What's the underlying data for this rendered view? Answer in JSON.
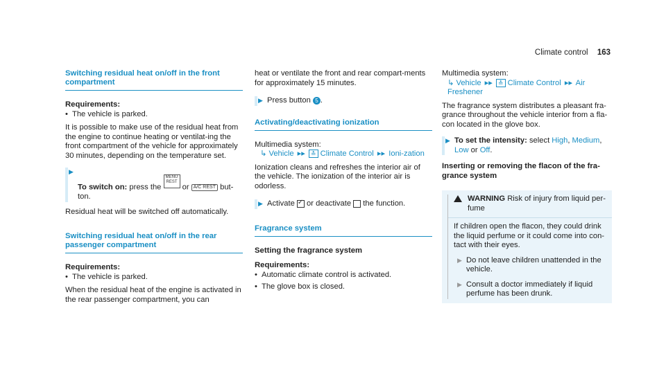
{
  "header": {
    "section": "Climate control",
    "page": "163"
  },
  "col1": {
    "h1": "Switching residual heat on/off in the front compartment",
    "req_title": "Requirements:",
    "req1": "The vehicle is parked.",
    "body1": "It is possible to make use of the residual heat from the engine to continue heating or ventilat-ing the front compartment of the vehicle for approximately 30 minutes, depending on the temperature set.",
    "step_label": "To switch on:",
    "step_text1": "press the",
    "step_or": "or",
    "step_text2": "but-ton.",
    "btn_menu": "MENU REST",
    "btn_ac": "A/C REST",
    "result": "Residual heat will be switched off automatically.",
    "h2": "Switching residual heat on/off in the rear passenger compartment",
    "req2_title": "Requirements:",
    "req2_1": "The vehicle is parked.",
    "body2": "When the residual heat of the engine is activated in the rear passenger compartment, you can"
  },
  "col2": {
    "cont": "heat or ventilate the front and rear compart-ments for approximately 15 minutes.",
    "press": "Press button",
    "button_num": "5",
    "h_ion": "Activating/deactivating ionization",
    "ms": "Multimedia system:",
    "nav_vehicle": "Vehicle",
    "nav_climate": "Climate Control",
    "nav_ion": "Ioni-zation",
    "ion_body": "Ionization cleans and refreshes the interior air of the vehicle. The ionization of the interior air is odorless.",
    "activate": "Activate",
    "deactivate_mid": "or deactivate",
    "fn": "the function.",
    "h_frag": "Fragrance system",
    "setting": "Setting the fragrance system",
    "req_title": "Requirements:",
    "req1": "Automatic climate control is activated.",
    "req2": "The glove box is closed."
  },
  "col3": {
    "ms": "Multimedia system:",
    "nav_vehicle": "Vehicle",
    "nav_climate": "Climate Control",
    "nav_air": "Air Freshener",
    "frag_body": "The fragrance system distributes a pleasant fra-grance throughout the vehicle interior from a fla-con located in the glove box.",
    "set_label": "To set the intensity:",
    "set_text": "select",
    "opt_high": "High",
    "opt_medium": "Medium",
    "opt_low": "Low",
    "opt_or": "or",
    "opt_off": "Off",
    "insert_head": "Inserting or removing the flacon of the fra-grance system",
    "warn_title": "WARNING",
    "warn_text": "Risk of injury from liquid per-fume",
    "warn_body": "If children open the flacon, they could drink the liquid perfume or it could come into con-tact with their eyes.",
    "warn_step1": "Do not leave children unattended in the vehicle.",
    "warn_step2": "Consult a doctor immediately if liquid perfume has been drunk."
  }
}
